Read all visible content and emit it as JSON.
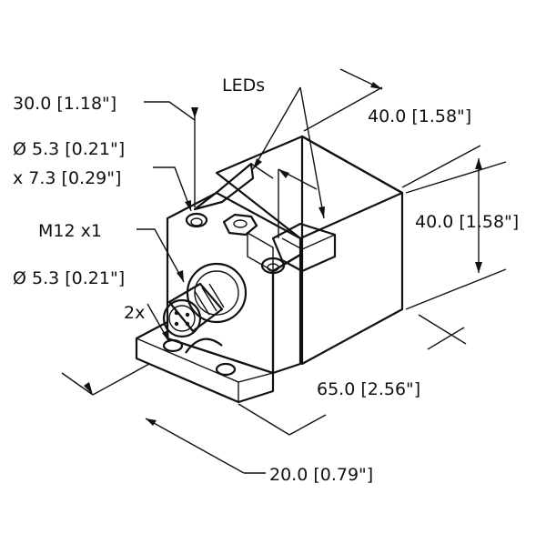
{
  "labels": {
    "leds": "LEDs",
    "dim_top_offset": "30.0 [1.18\"]",
    "dim_hole_dia": "Ø 5.3 [0.21\"]",
    "dim_hole_slot": "x 7.3 [0.29\"]",
    "connector": "M12 x1",
    "dim_hole_dia_2": "Ø 5.3 [0.21\"]",
    "qty_2x": "2x",
    "dim_depth": "40.0 [1.58\"]",
    "dim_height": "40.0 [1.58\"]",
    "dim_length": "65.0 [2.56\"]",
    "dim_base": "20.0 [0.79\"]"
  },
  "colors": {
    "line": "#111111",
    "face_light": "#ffffff",
    "face_shade": "#e8e8e8"
  }
}
